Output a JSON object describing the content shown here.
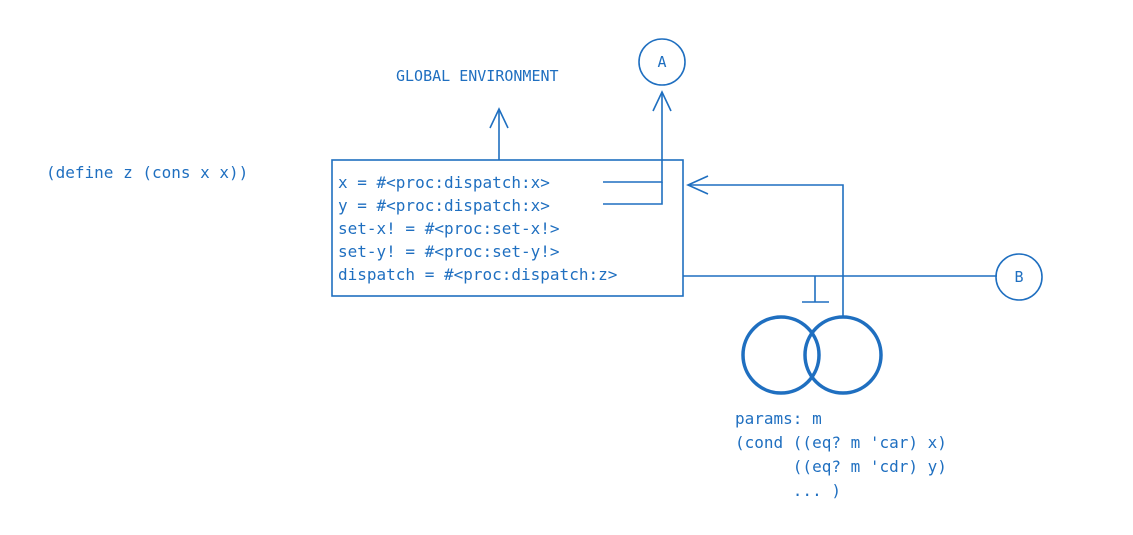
{
  "define_expr": "(define z (cons x x))",
  "global_env_label": "GLOBAL ENVIRONMENT",
  "frame": {
    "bindings": [
      "x = #<proc:dispatch:x>",
      "y = #<proc:dispatch:x>",
      "set-x! = #<proc:set-x!>",
      "set-y! = #<proc:set-y!>",
      "dispatch = #<proc:dispatch:z>"
    ]
  },
  "markers": {
    "a": "A",
    "b": "B"
  },
  "procedure": {
    "params": "params: m",
    "body_lines": [
      "(cond ((eq? m 'car) x)",
      "      ((eq? m 'cdr) y)",
      "      ... )"
    ]
  },
  "colors": {
    "ink": "#1f6fc0"
  }
}
